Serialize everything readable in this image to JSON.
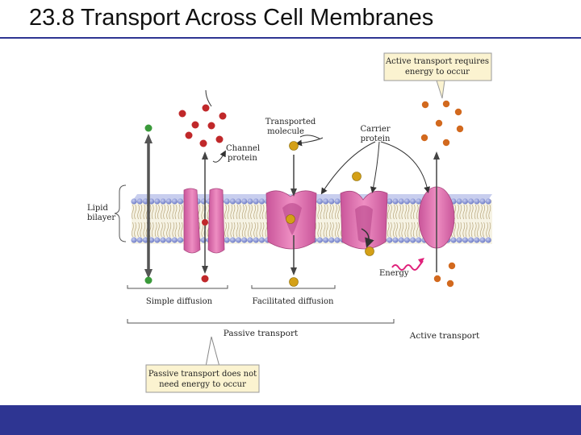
{
  "slide": {
    "title": "23.8 Transport Across Cell Membranes"
  },
  "diagram": {
    "callout_active": [
      "Active transport requires",
      "energy to occur"
    ],
    "callout_passive": [
      "Passive transport does not",
      "need energy to occur"
    ],
    "label_transported": [
      "Transported",
      "molecule"
    ],
    "label_carrier": [
      "Carrier",
      "protein"
    ],
    "label_channel": [
      "Channel",
      "protein"
    ],
    "label_lipid": [
      "Lipid",
      "bilayer"
    ],
    "label_energy": "Energy",
    "label_simple": "Simple diffusion",
    "label_facilitated": "Facilitated diffusion",
    "label_passive": "Passive transport",
    "label_active": "Active transport"
  },
  "colors": {
    "accent_bar": "#2e3592",
    "membrane_head": "#8a96d8",
    "protein_pink": "#d96aa8",
    "molecule_red": "#c0282a",
    "molecule_green": "#3a9a3a",
    "molecule_gold": "#d4a017",
    "molecule_orange": "#d2691e",
    "callout_fill": "#fbf3d0"
  }
}
